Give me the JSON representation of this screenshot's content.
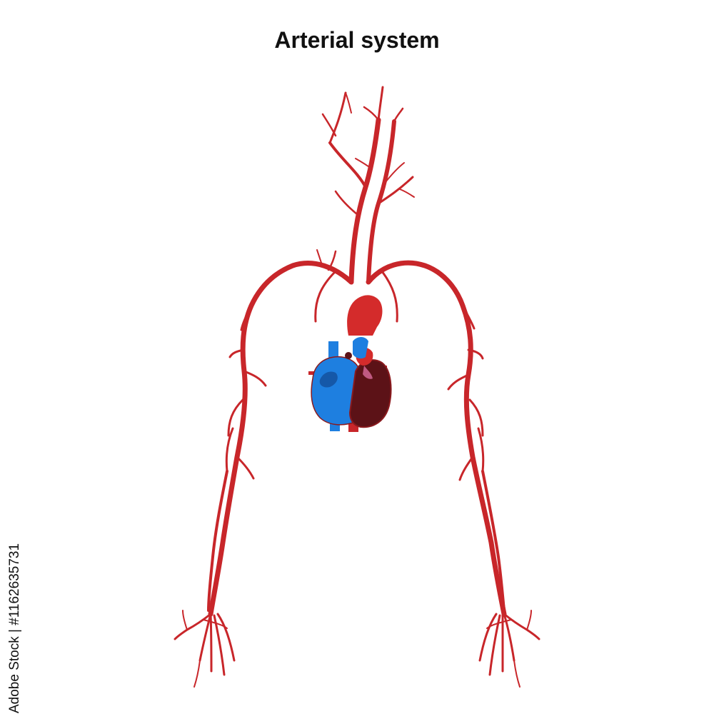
{
  "title": "Arterial system",
  "stock_id": "Adobe Stock | #1162635731",
  "colors": {
    "artery": "#c8262a",
    "aorta": "#d42b2b",
    "vein": "#1e7fe0",
    "vein_dark": "#1558a8",
    "ventricle_dark": "#5c1217",
    "outline": "#8a1a1e"
  },
  "icons": {
    "heart": "heart-illustration",
    "vessels": "artery-network"
  }
}
